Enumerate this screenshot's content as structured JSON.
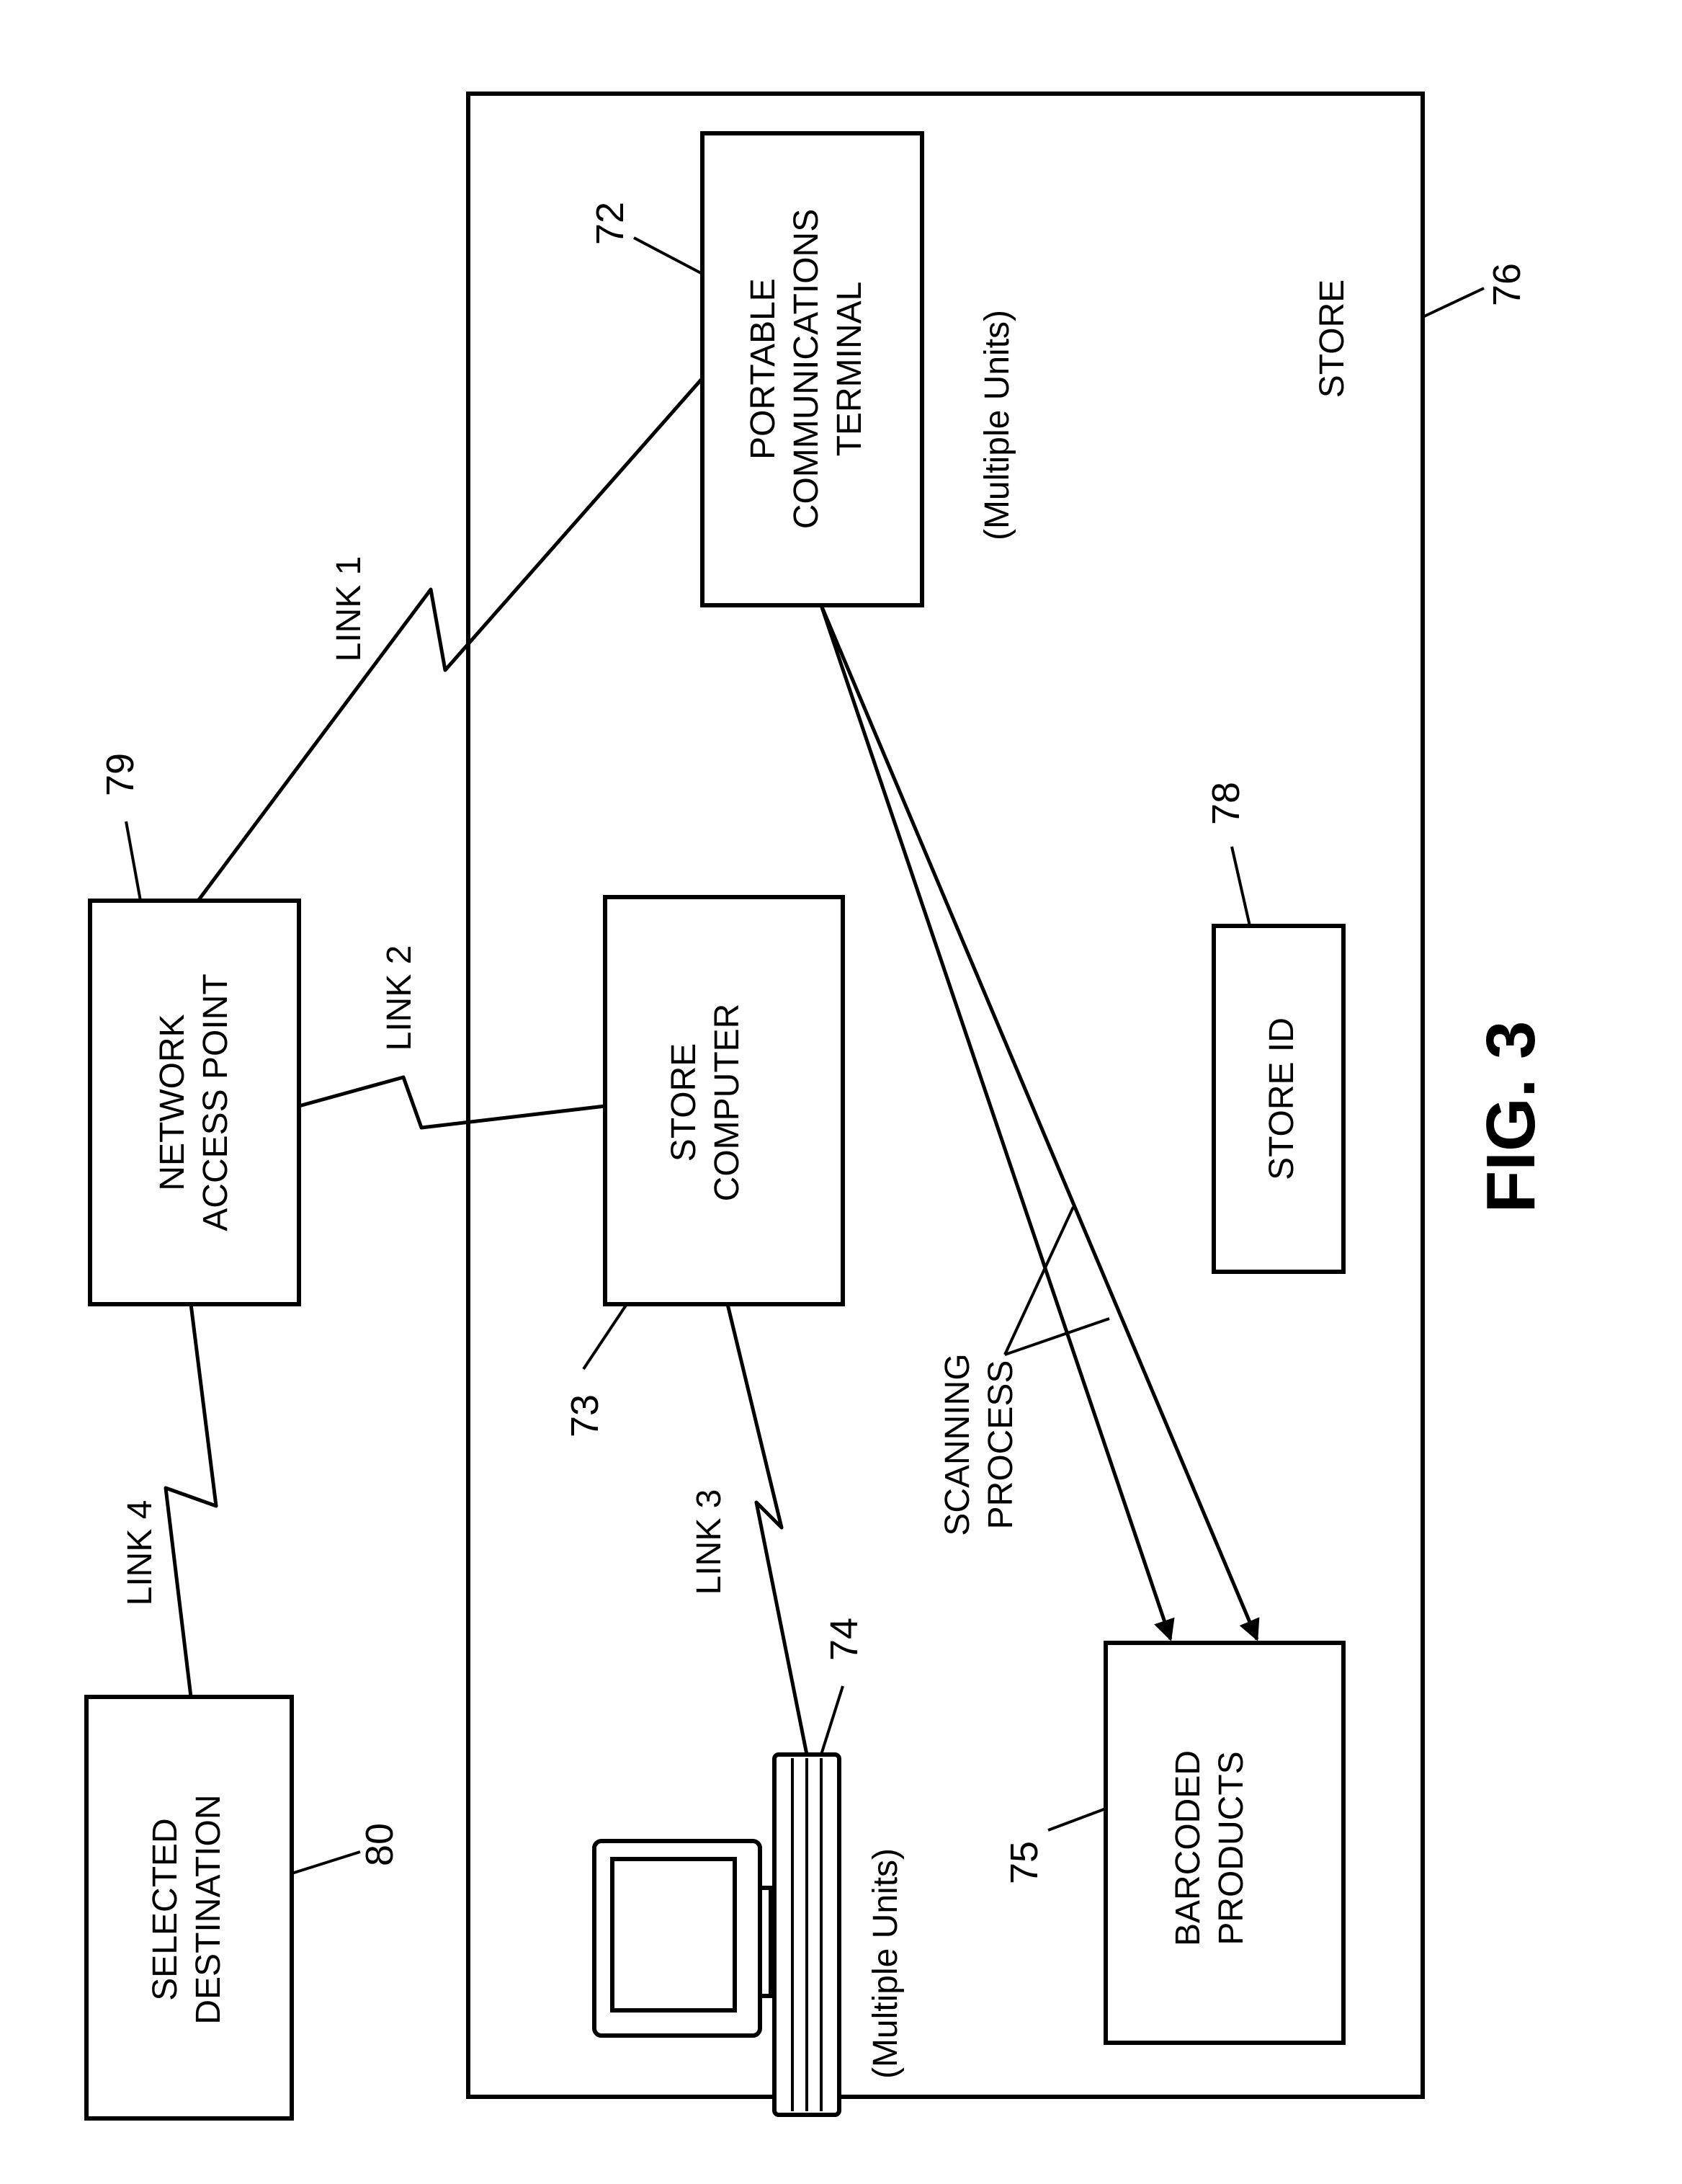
{
  "figure": {
    "caption": "FIG. 3",
    "store": {
      "label": "STORE",
      "ref": "76"
    },
    "network_access_point": {
      "line1": "NETWORK",
      "line2": "ACCESS POINT",
      "ref": "79"
    },
    "store_computer": {
      "line1": "STORE",
      "line2": "COMPUTER",
      "ref": "73"
    },
    "portable_terminal": {
      "line1": "PORTABLE",
      "line2": "COMMUNICATIONS",
      "line3": "TERMINAL",
      "ref": "72",
      "note": "(Multiple Units)"
    },
    "store_id": {
      "label": "STORE ID",
      "ref": "78"
    },
    "selected_destination": {
      "line1": "SELECTED",
      "line2": "DESTINATION",
      "ref": "80"
    },
    "barcoded_products": {
      "line1": "BARCODED",
      "line2": "PRODUCTS",
      "ref": "75"
    },
    "pos_terminal": {
      "ref": "74",
      "note": "(Multiple Units)"
    },
    "scanning_process": {
      "line1": "SCANNING",
      "line2": "PROCESS"
    },
    "links": {
      "link1": "LINK 1",
      "link2": "LINK 2",
      "link3": "LINK 3",
      "link4": "LINK 4"
    }
  }
}
